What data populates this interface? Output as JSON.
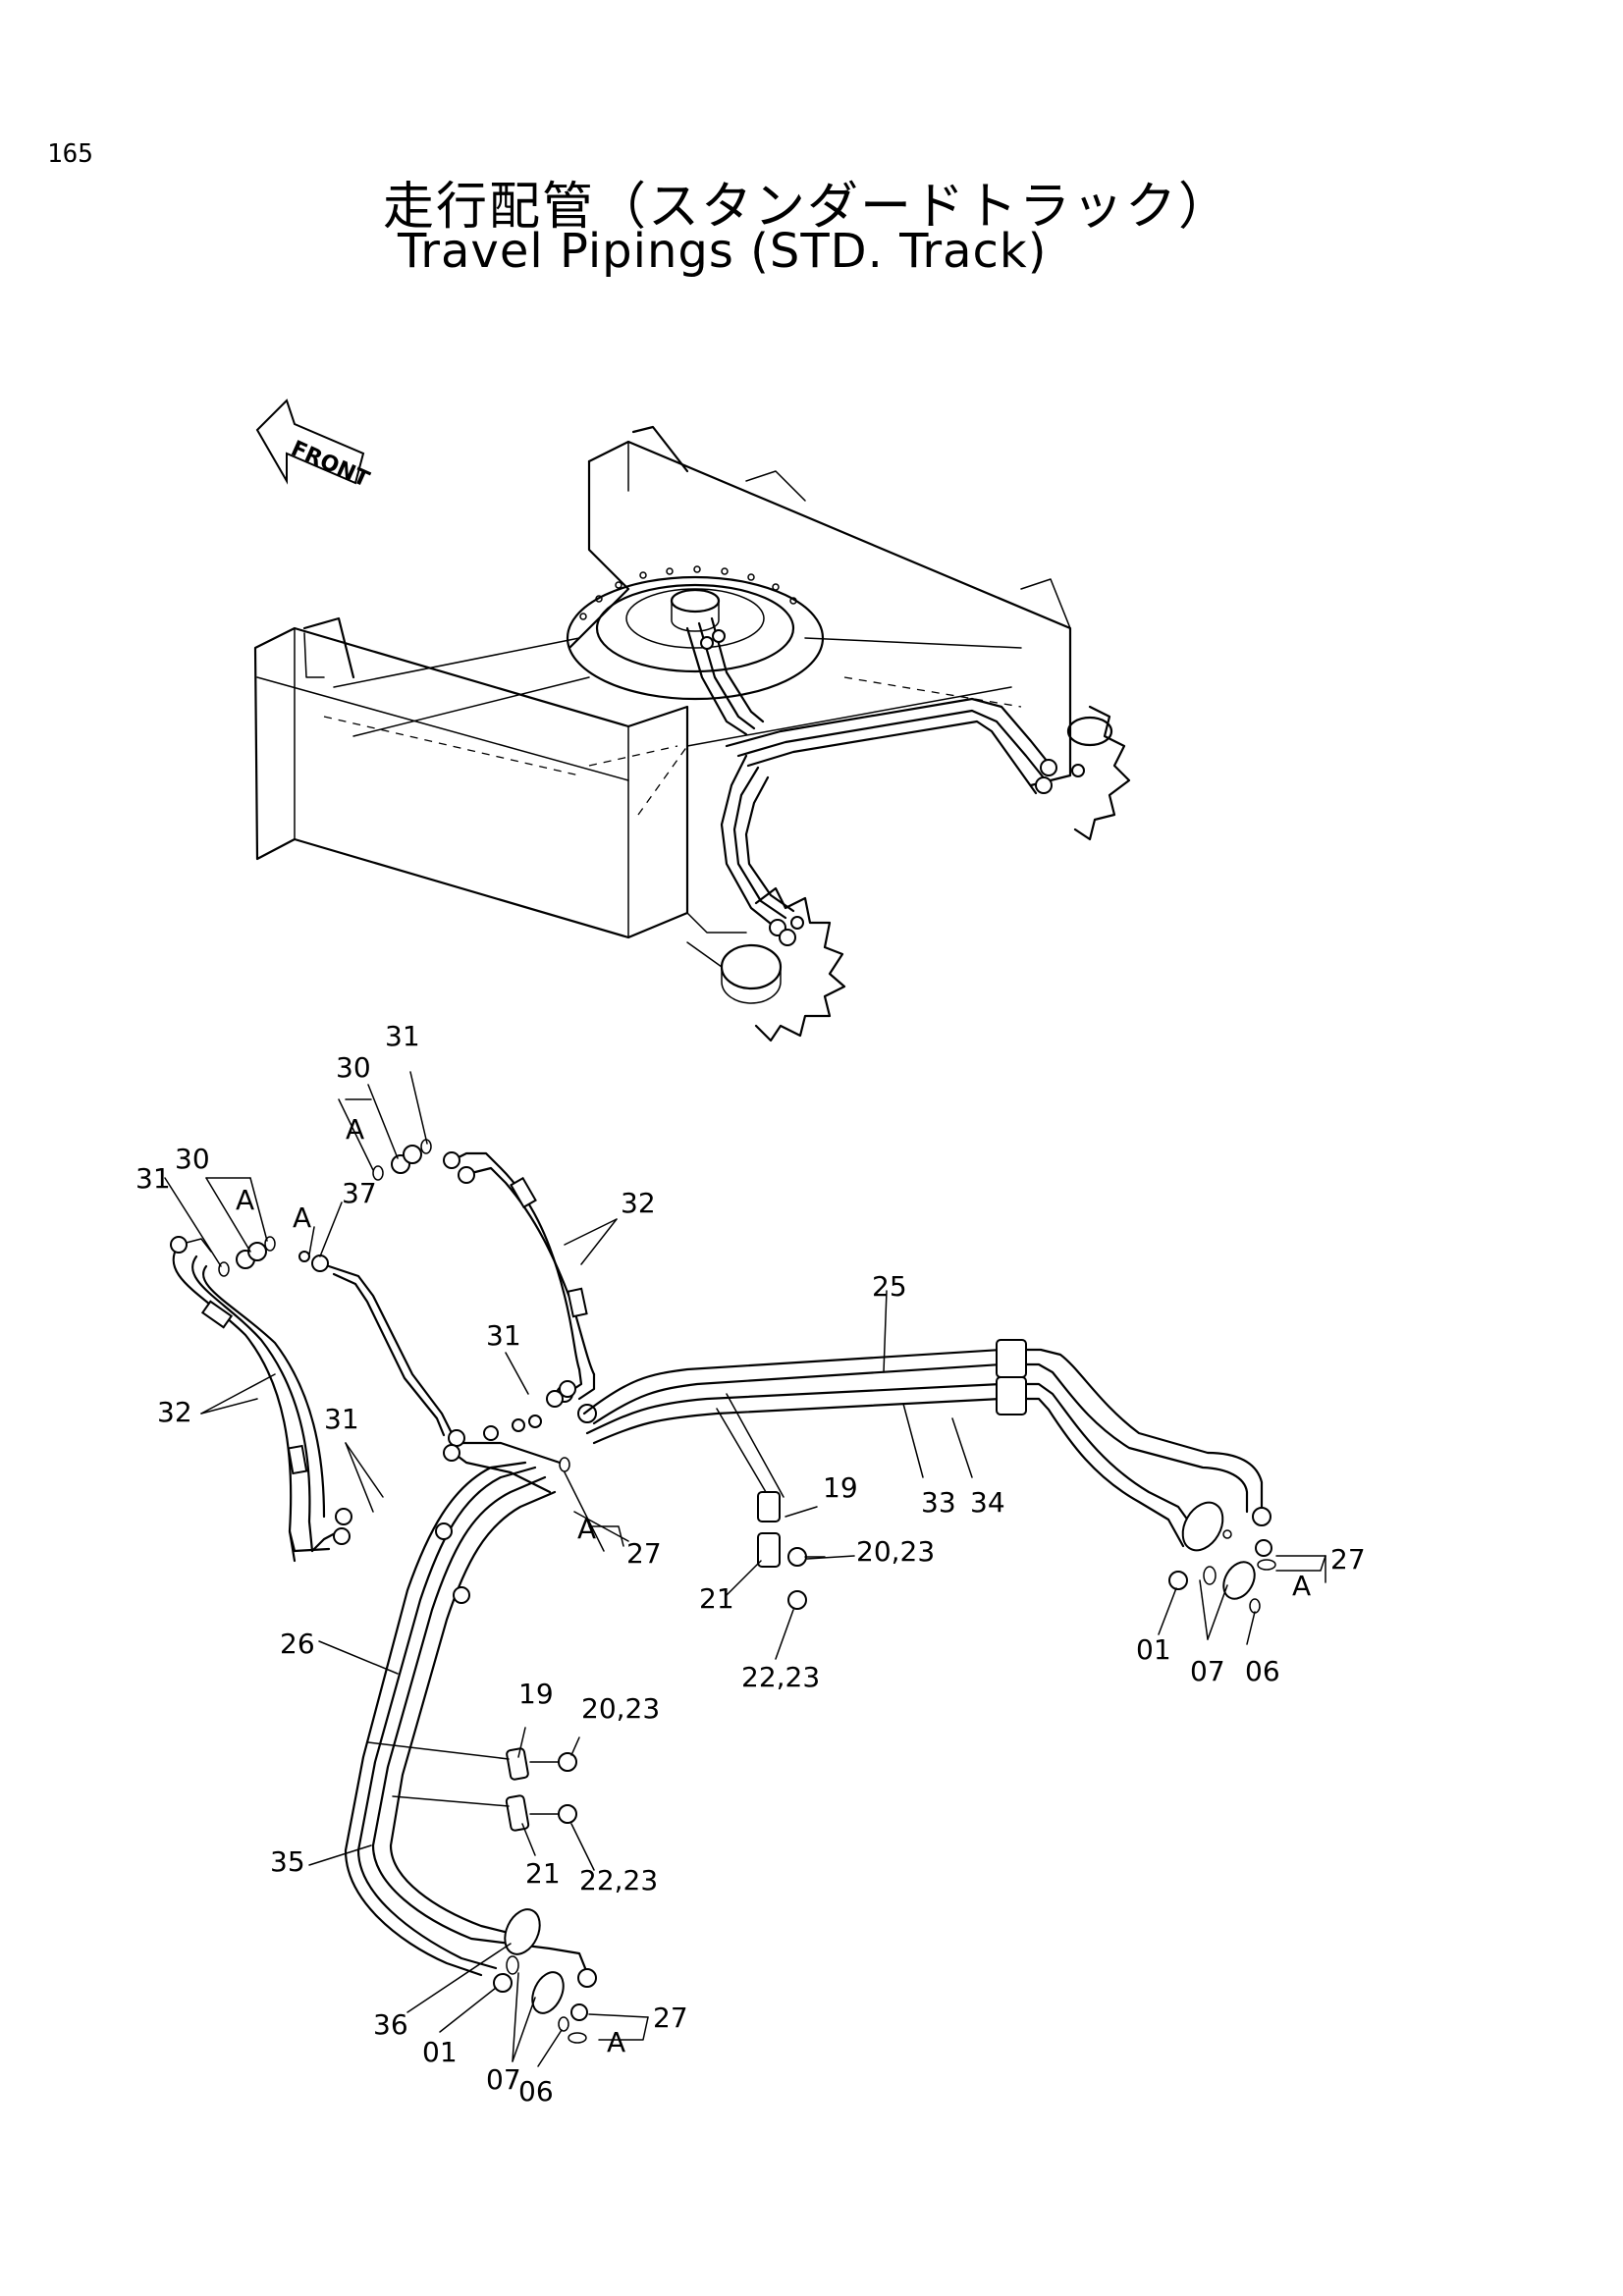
{
  "page_number": "165",
  "title_ja": "走行配管（スタンダードトラック）",
  "title_en": "Travel Pipings (STD. Track)",
  "front_label": "FRONT",
  "callouts": {
    "c31a": "31",
    "c30a": "30",
    "cAa": "A",
    "c31b": "31",
    "c30b": "30",
    "cAb": "A",
    "cA37": "A",
    "c37": "37",
    "c32a": "32",
    "c32b": "32",
    "c31c": "31",
    "c31d": "31",
    "c25": "25",
    "cA27": "A",
    "c27a": "27",
    "c19a": "19",
    "c2023a": "20,23",
    "c33": "33",
    "c34": "34",
    "c21a": "21",
    "c2223a": "22,23",
    "c27b": "27",
    "cAc": "A",
    "c01a": "01",
    "c07a": "07",
    "c06a": "06",
    "c26": "26",
    "c19b": "19",
    "c2023b": "20,23",
    "c35": "35",
    "c21b": "21",
    "c2223b": "22,23",
    "c36": "36",
    "c01b": "01",
    "c07b": "07",
    "c06b": "06",
    "c27c": "27",
    "cAd": "A"
  }
}
